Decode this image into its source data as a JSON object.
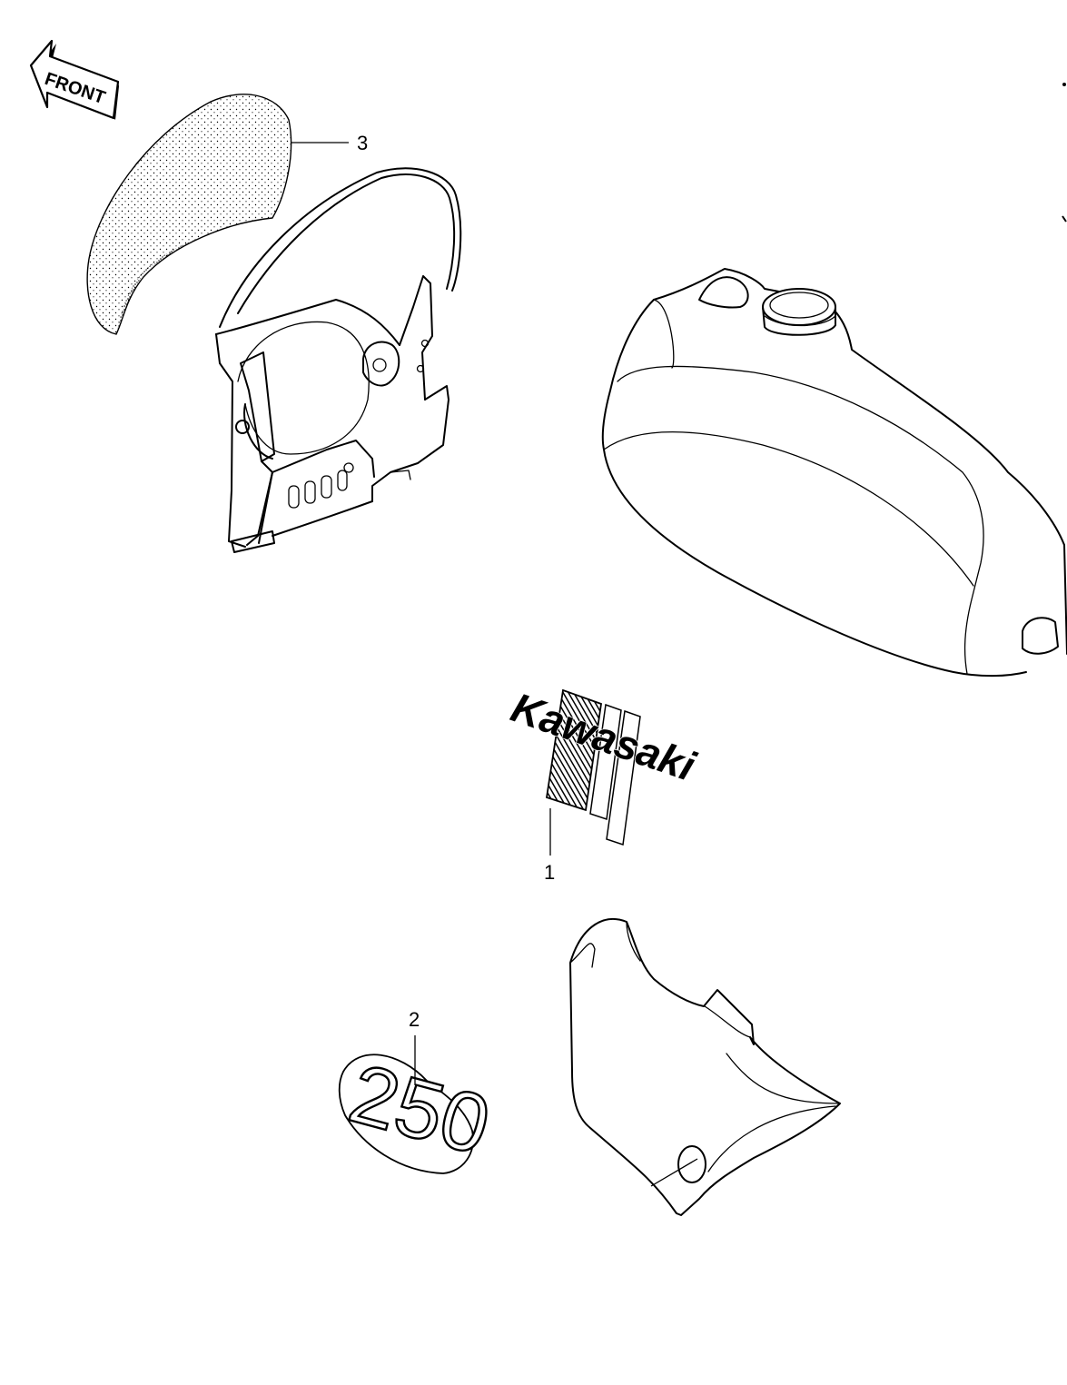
{
  "front_arrow": {
    "label": "FRONT"
  },
  "callouts": [
    {
      "number": "3",
      "part": "seat"
    },
    {
      "number": "1",
      "part": "tank-emblem"
    },
    {
      "number": "2",
      "part": "side-cover-emblem"
    }
  ],
  "emblems": {
    "tank_brand": "Kawasaki",
    "side_cover_number": "250"
  },
  "colors": {
    "ink": "#000000",
    "paper": "#ffffff"
  }
}
